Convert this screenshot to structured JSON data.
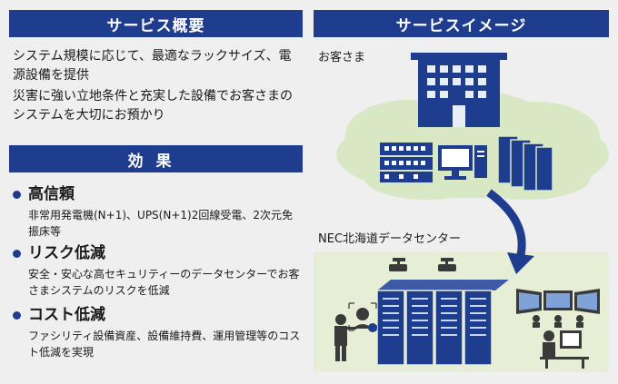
{
  "overview": {
    "header": "サービス概要",
    "lines": [
      "システム規模に応じて、最適なラックサイズ、電源設備を提供",
      "災害に強い立地条件と充実した設備でお客さまのシステムを大切にお預かり"
    ]
  },
  "effect": {
    "header": "効果",
    "items": [
      {
        "title": "高信頼",
        "desc": "非常用発電機(N+1)、UPS(N+1)2回線受電、2次元免振床等"
      },
      {
        "title": "リスク低減",
        "desc": "安全・安心な高セキュリティーのデータセンターでお客さまシステムのリスクを低減"
      },
      {
        "title": "コスト低減",
        "desc": "ファシリティ設備資産、設備維持費、運用管理等のコスト低減を実現"
      }
    ]
  },
  "image": {
    "header": "サービスイメージ",
    "customer_label": "お客さま",
    "dc_label": "NEC北海道データセンター"
  },
  "colors": {
    "navy": "#1e3d8e",
    "cloud": "#d9e8c4",
    "dc_bg": "#e6eed6"
  }
}
